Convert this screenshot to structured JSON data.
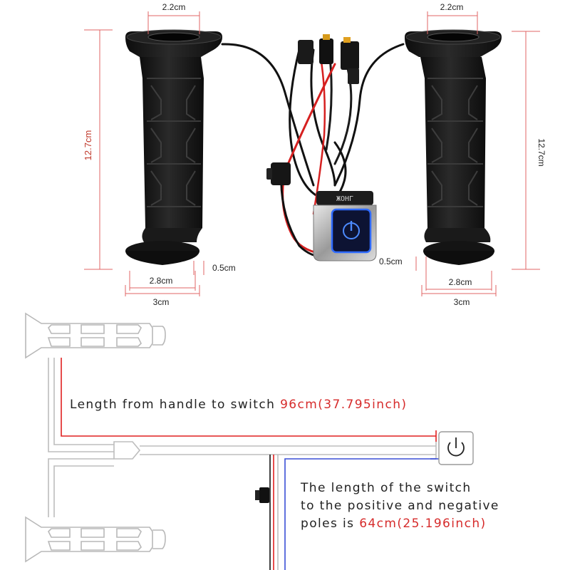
{
  "dimensions": {
    "top_inner_left": "2.2cm",
    "top_inner_right": "2.2cm",
    "length_left": "12.7cm",
    "length_right": "12.7cm",
    "flange_left": "0.5cm",
    "flange_right": "0.5cm",
    "base_inner_left": "2.8cm",
    "base_inner_right": "2.8cm",
    "base_outer_left": "3cm",
    "base_outer_right": "3cm"
  },
  "switch_panel": {
    "label": "ЖОНГ"
  },
  "captions": {
    "handle_to_switch_text": "Length from handle to switch ",
    "handle_to_switch_value": "96cm(37.795inch)",
    "switch_to_poles_line1": "The length of the switch",
    "switch_to_poles_line2_text": "to the positive and negative",
    "switch_to_poles_line3_text": "poles is ",
    "switch_to_poles_value": "64cm(25.196inch)"
  },
  "colors": {
    "grip": "#1b1b1b",
    "dimension_line": "#e06666",
    "wire_red": "#e02020",
    "wire_blue": "#3a4fd6",
    "wire_grey": "#bdbdbd",
    "switch_blue": "#2f6bff"
  }
}
